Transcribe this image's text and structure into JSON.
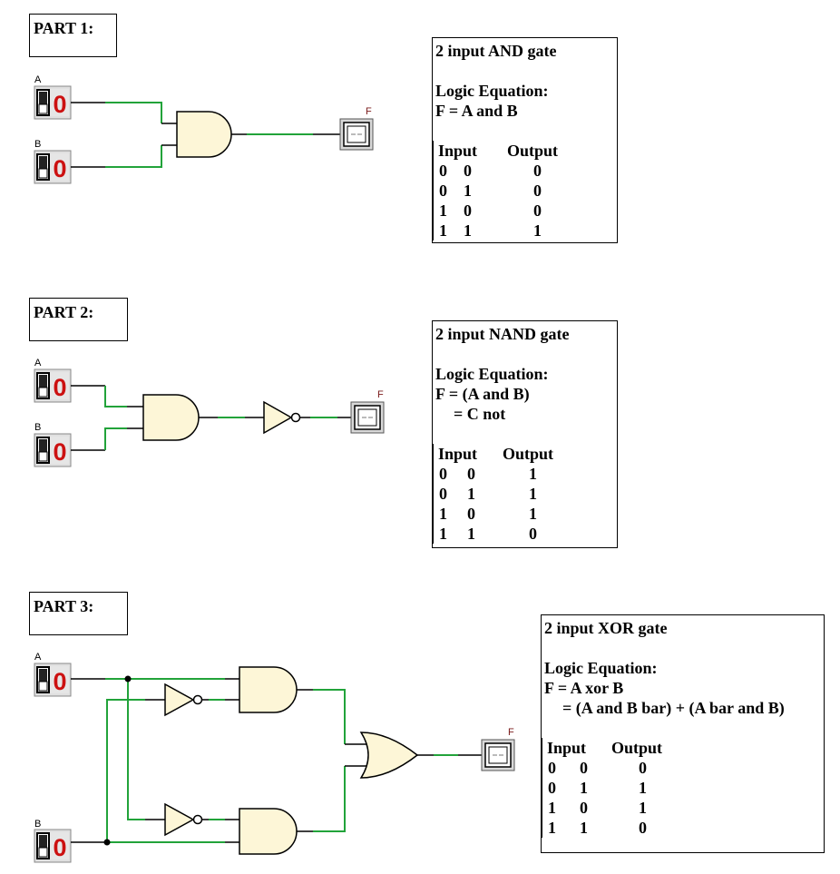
{
  "parts": [
    {
      "label": "PART 1:",
      "box_title": "2 input AND gate",
      "eq_heading": "Logic Equation:",
      "eq_lines": [
        "F = A and B"
      ],
      "table_headers": [
        "Input",
        "Output"
      ],
      "rows": [
        [
          "0",
          "0",
          "0"
        ],
        [
          "0",
          "1",
          "0"
        ],
        [
          "1",
          "0",
          "0"
        ],
        [
          "1",
          "1",
          "1"
        ]
      ]
    },
    {
      "label": "PART 2:",
      "box_title": "2 input NAND gate",
      "eq_heading": "Logic Equation:",
      "eq_lines": [
        "F = (A and B)",
        "= C not"
      ],
      "table_headers": [
        "Input",
        "Output"
      ],
      "rows": [
        [
          "0",
          "0",
          "1"
        ],
        [
          "0",
          "1",
          "1"
        ],
        [
          "1",
          "0",
          "1"
        ],
        [
          "1",
          "1",
          "0"
        ]
      ]
    },
    {
      "label": "PART 3:",
      "box_title": "2 input XOR gate",
      "eq_heading": "Logic Equation:",
      "eq_lines": [
        "F = A xor B",
        "= (A and B bar) + (A bar and B)"
      ],
      "table_headers": [
        "Input",
        "Output"
      ],
      "rows": [
        [
          "0",
          "0",
          "0"
        ],
        [
          "0",
          "1",
          "1"
        ],
        [
          "1",
          "0",
          "1"
        ],
        [
          "1",
          "1",
          "0"
        ]
      ]
    }
  ],
  "pins": {
    "input_a": "A",
    "input_b": "B",
    "output": "F"
  },
  "switch_value": "0",
  "colors": {
    "wire": "#22a33a",
    "gate_fill": "#fdf6d7",
    "switch_digit": "#cc1111"
  }
}
